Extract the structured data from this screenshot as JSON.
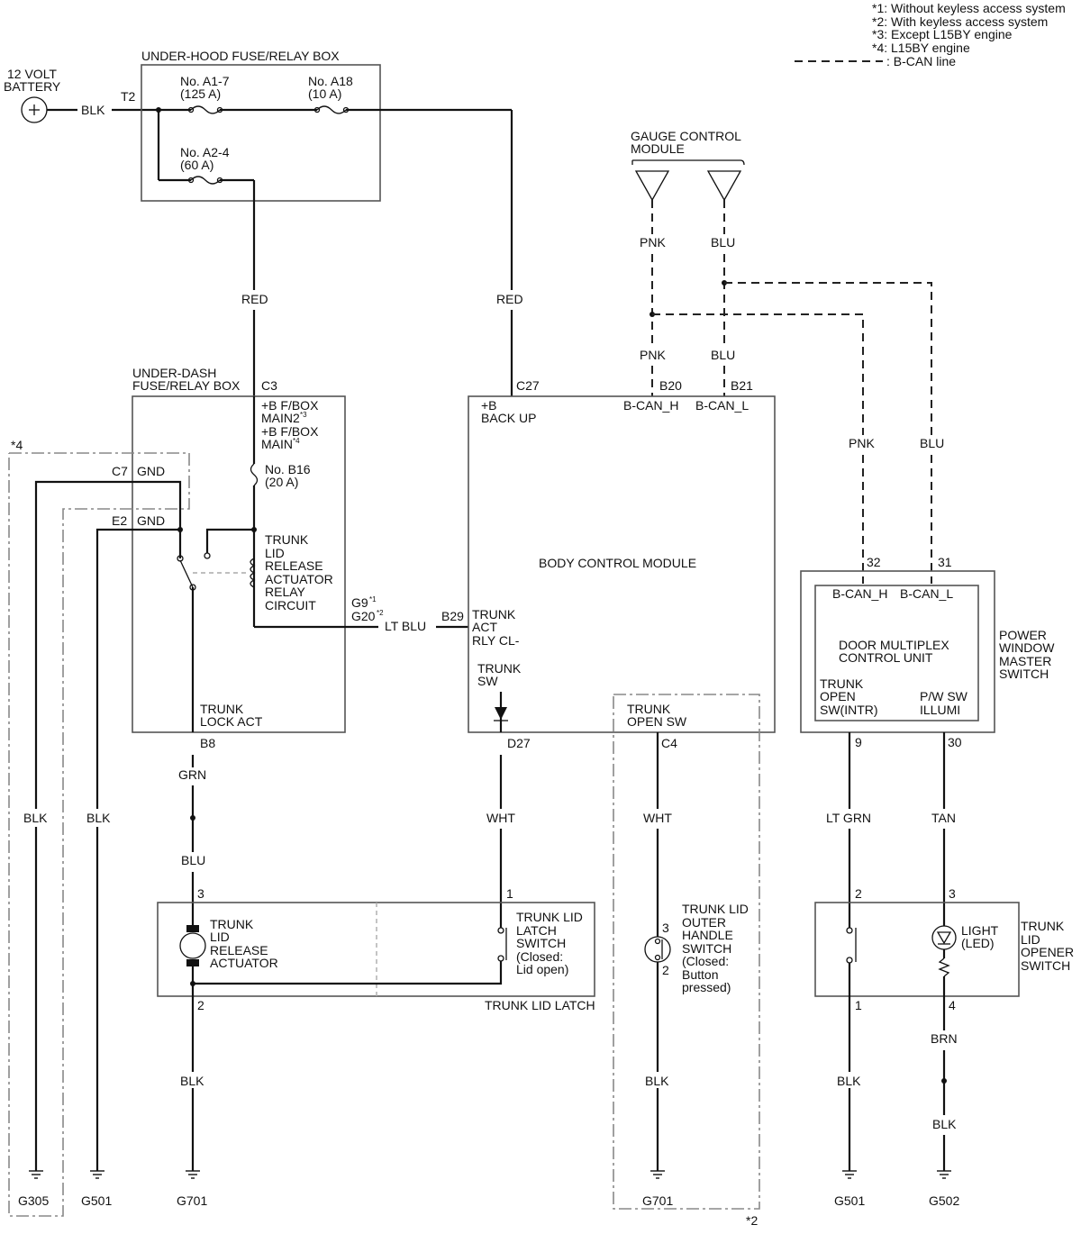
{
  "legend": {
    "n1": "*1: Without keyless access system",
    "n2": "*2: With keyless access system",
    "n3": "*3: Except L15BY engine",
    "n4": "*4: L15BY engine",
    "can": ": B-CAN line"
  },
  "battery": {
    "l1": "12 VOLT",
    "l2": "BATTERY",
    "wire": "BLK",
    "term": "T2"
  },
  "underhood": {
    "title": "UNDER-HOOD FUSE/RELAY BOX",
    "f1": "No. A1-7",
    "f1a": "(125 A)",
    "f2": "No. A18",
    "f2a": "(10 A)",
    "f3": "No. A2-4",
    "f3a": "(60 A)"
  },
  "gcm": {
    "l1": "GAUGE CONTROL",
    "l2": "MODULE"
  },
  "wires": {
    "red": "RED",
    "pnk": "PNK",
    "blu": "BLU",
    "ltblu": "LT BLU",
    "grn": "GRN",
    "blk": "BLK",
    "wht": "WHT",
    "ltgrn": "LT GRN",
    "tan": "TAN",
    "brn": "BRN"
  },
  "underdash": {
    "t1": "UNDER-DASH",
    "t2": "FUSE/RELAY BOX",
    "c3": "C3",
    "b1": "+B F/BOX",
    "b1b": "MAIN2",
    "s3": "*3",
    "b2": "+B F/BOX",
    "b2b": "MAIN",
    "s4": "*4",
    "fuse": "No. B16",
    "fusea": "(20 A)",
    "c7": "C7",
    "gnd": "GND",
    "e2": "E2",
    "r1": "TRUNK",
    "r2": "LID",
    "r3": "RELEASE",
    "r4": "ACTUATOR",
    "r5": "RELAY",
    "r6": "CIRCUIT",
    "g9": "G9",
    "s1": "*1",
    "g20": "G20",
    "s2": "*2",
    "lk1": "TRUNK",
    "lk2": "LOCK ACT",
    "b8": "B8"
  },
  "note4": "*4",
  "bcm": {
    "title": "BODY CONTROL MODULE",
    "c27": "C27",
    "bp1": "+B",
    "bp2": "BACK UP",
    "b20": "B20",
    "canh": "B-CAN_H",
    "b21": "B21",
    "canl": "B-CAN_L",
    "b29": "B29",
    "ta1": "TRUNK",
    "ta2": "ACT",
    "ta3": "RLY CL-",
    "ts1": "TRUNK",
    "ts2": "SW",
    "d27": "D27",
    "to1": "TRUNK",
    "to2": "OPEN SW",
    "c4": "C4"
  },
  "pwms": {
    "p1": "POWER",
    "p2": "WINDOW",
    "p3": "MASTER",
    "p4": "SWITCH",
    "pin32": "32",
    "pin31": "31",
    "canh": "B-CAN_H",
    "canl": "B-CAN_L",
    "u1": "DOOR MULTIPLEX",
    "u2": "CONTROL UNIT",
    "o1": "TRUNK",
    "o2": "OPEN",
    "o3": "SW(INTR)",
    "i1": "P/W SW",
    "i2": "ILLUMI",
    "pin9": "9",
    "pin30": "30"
  },
  "latch": {
    "title": "TRUNK LID LATCH",
    "pin3": "3",
    "pin1": "1",
    "pin2": "2",
    "a1": "TRUNK",
    "a2": "LID",
    "a3": "RELEASE",
    "a4": "ACTUATOR",
    "s1": "TRUNK LID",
    "s2": "LATCH",
    "s3": "SWITCH",
    "s4": "(Closed:",
    "s5": "Lid open)"
  },
  "outer": {
    "l1": "TRUNK LID",
    "l2": "OUTER",
    "l3": "HANDLE",
    "l4": "SWITCH",
    "l5": "(Closed:",
    "l6": "Button",
    "l7": "pressed)",
    "pin3": "3",
    "pin2": "2"
  },
  "opener": {
    "t1": "TRUNK",
    "t2": "LID",
    "t3": "OPENER",
    "t4": "SWITCH",
    "led1": "LIGHT",
    "led2": "(LED)",
    "pin2": "2",
    "pin3": "3",
    "pin1": "1",
    "pin4": "4"
  },
  "grounds": {
    "g305": "G305",
    "g501a": "G501",
    "g701a": "G701",
    "g701b": "G701",
    "g501b": "G501",
    "g502": "G502"
  },
  "note2": "*2"
}
